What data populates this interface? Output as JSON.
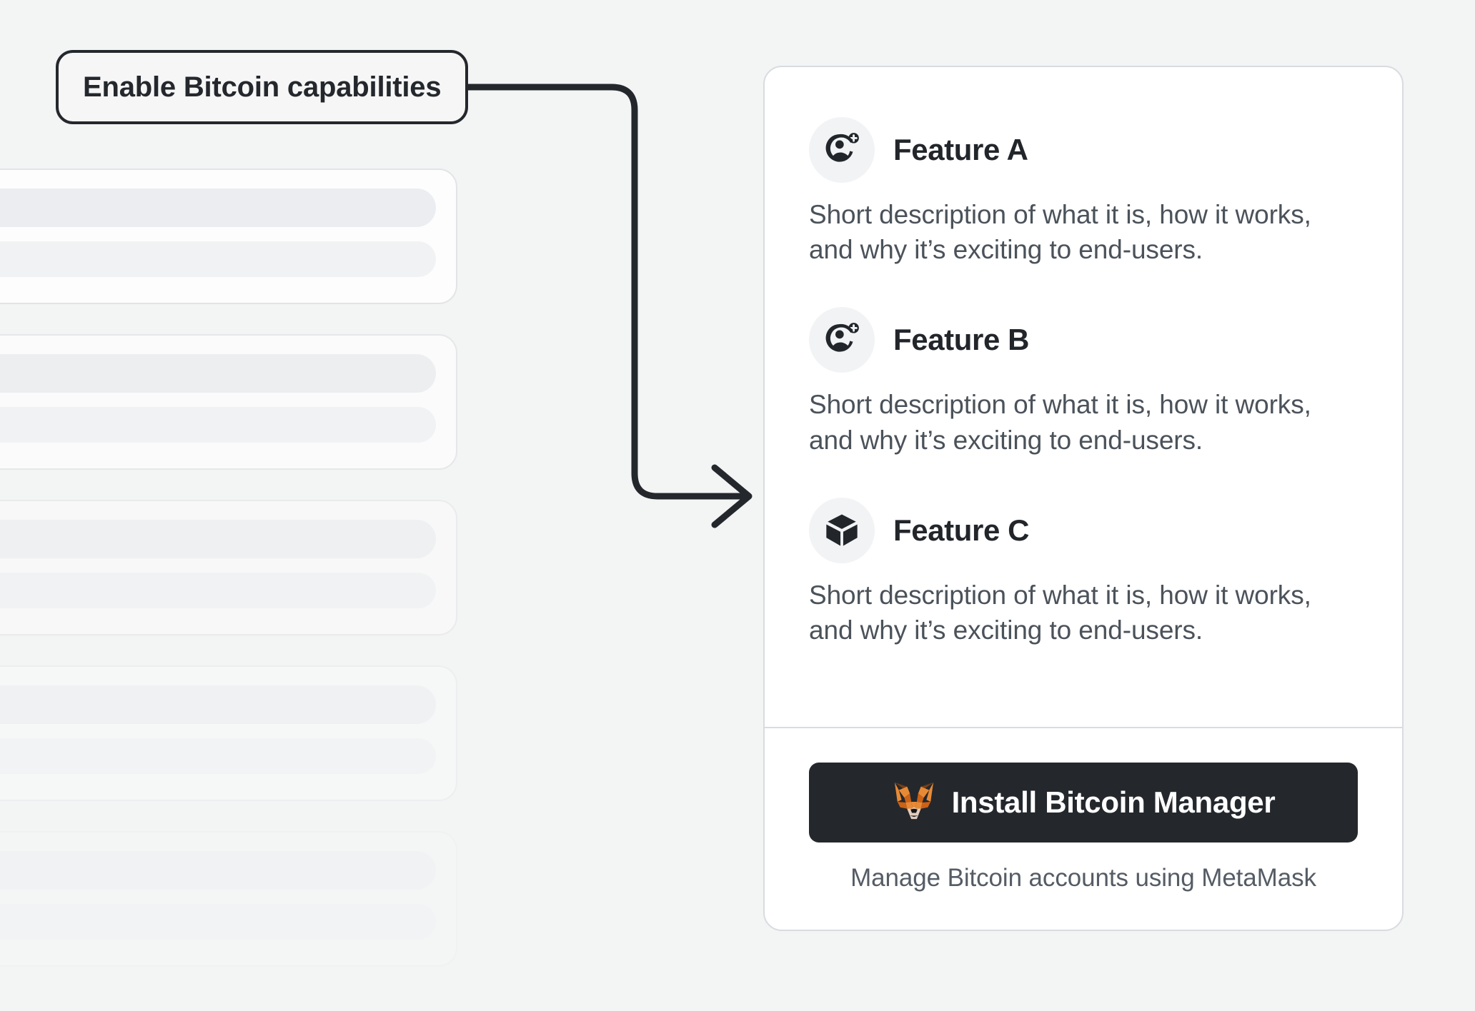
{
  "theme": {
    "background": "#f3f4f4",
    "card_background": "#ffffff",
    "card_border": "#d8dce0",
    "ink": "#24282d",
    "muted_text": "#4b525a",
    "icon_badge_bg": "#f1f3f5",
    "connector": "#24282d",
    "button_bg": "#24282d",
    "button_text": "#ffffff",
    "fox_orange": "#e88a35",
    "fox_dark_orange": "#cd6116",
    "fox_brown": "#763d16",
    "fox_cream": "#e4cdbd"
  },
  "callout": {
    "label": "Enable Bitcoin capabilities",
    "connector_icon": "arrow-right-icon"
  },
  "skeleton": {
    "card_count": 5,
    "bars_per_card": 2
  },
  "card": {
    "features": [
      {
        "icon": "user-add-icon",
        "title": "Feature A",
        "description": "Short description of what it is, how it works, and why it’s exciting to end-users."
      },
      {
        "icon": "user-add-icon",
        "title": "Feature B",
        "description": "Short description of what it is, how it works, and why it’s exciting to end-users."
      },
      {
        "icon": "cube-icon",
        "title": "Feature C",
        "description": "Short description of what it is, how it works, and why it’s exciting to end-users."
      }
    ],
    "footer": {
      "button_icon": "metamask-fox-icon",
      "button_label": "Install Bitcoin Manager",
      "caption": "Manage Bitcoin accounts using MetaMask"
    }
  }
}
